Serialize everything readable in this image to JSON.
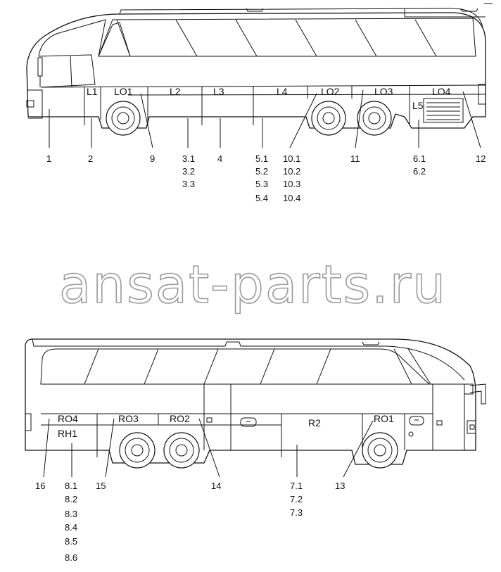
{
  "watermark": "ansat-parts.ru",
  "left_side": {
    "panels": {
      "L1": "L1",
      "LO1": "LO1",
      "L2": "L2",
      "L3": "L3",
      "L4": "L4",
      "LO2": "LO2",
      "LO3": "LO3",
      "LO4": "LO4",
      "L5": "L5"
    },
    "callouts": {
      "c1": "1",
      "c2": "2",
      "c9": "9",
      "c3": [
        "3.1",
        "3.2",
        "3.3"
      ],
      "c4": "4",
      "c5": [
        "5.1",
        "5.2",
        "5.3",
        "5.4"
      ],
      "c10": [
        "10.1",
        "10.2",
        "10.3",
        "10.4"
      ],
      "c11": "11",
      "c6": [
        "6.1",
        "6.2"
      ],
      "c12": "12"
    }
  },
  "right_side": {
    "panels": {
      "RO4": "RO4",
      "RH1": "RH1",
      "RO3": "RO3",
      "RO2": "RO2",
      "R2": "R2",
      "RO1": "RO1"
    },
    "callouts": {
      "c16": "16",
      "c8": [
        "8.1",
        "8.2",
        "8.3",
        "8.4",
        "8.5",
        "8.6"
      ],
      "c15": "15",
      "c14": "14",
      "c7": [
        "7.1",
        "7.2",
        "7.3"
      ],
      "c13": "13"
    }
  }
}
